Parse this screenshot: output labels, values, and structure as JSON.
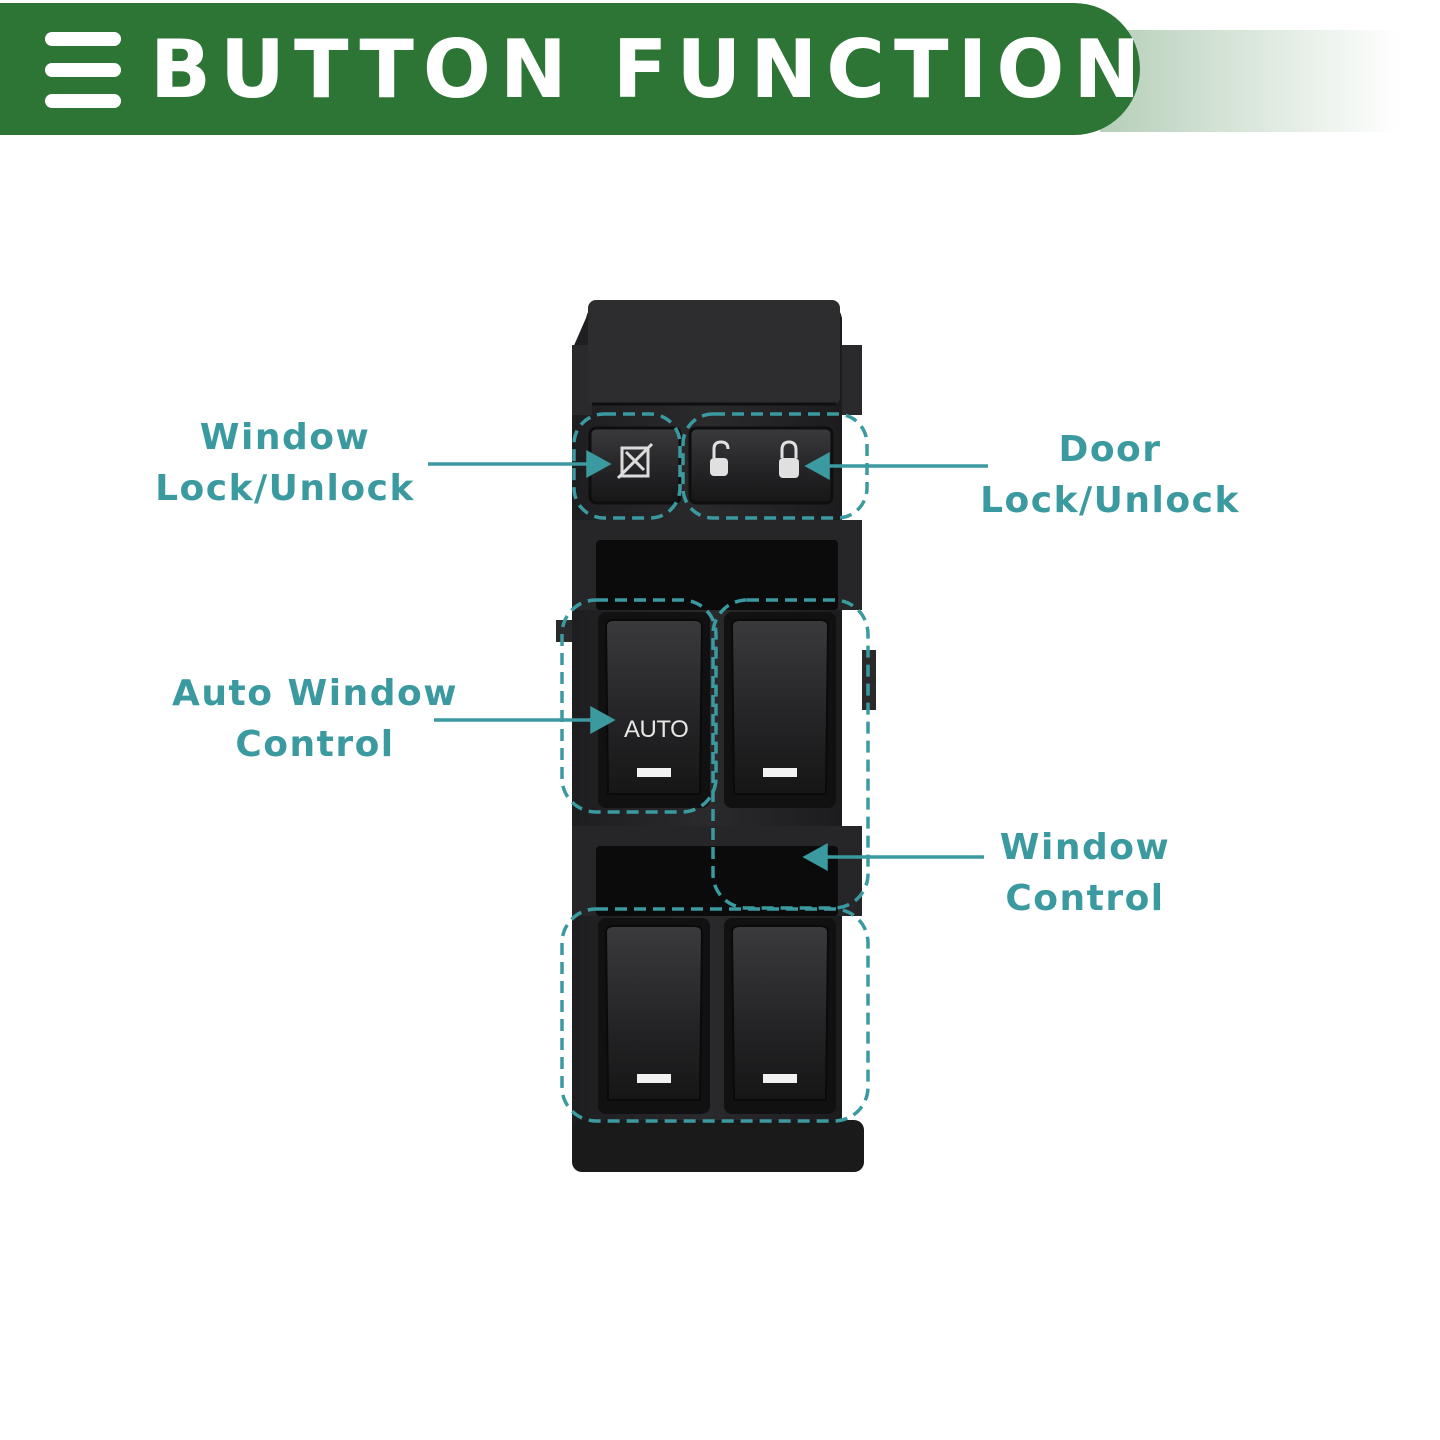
{
  "header": {
    "title": "BUTTON FUNCTION",
    "menu_icon": "hamburger-menu-icon",
    "colors": {
      "banner": "#2c7535",
      "text": "#ffffff"
    }
  },
  "accent_color": "#3a9aa0",
  "labels": {
    "window_lock": {
      "line1": "Window",
      "line2": "Lock/Unlock"
    },
    "door_lock": {
      "line1": "Door",
      "line2": "Lock/Unlock"
    },
    "auto_window": {
      "line1": "Auto Window",
      "line2": "Control"
    },
    "window_control": {
      "line1": "Window",
      "line2": "Control"
    }
  },
  "switch": {
    "auto_button_text": "AUTO",
    "icons": [
      "window-lock-icon",
      "unlock-padlock-icon",
      "lock-padlock-icon"
    ]
  }
}
